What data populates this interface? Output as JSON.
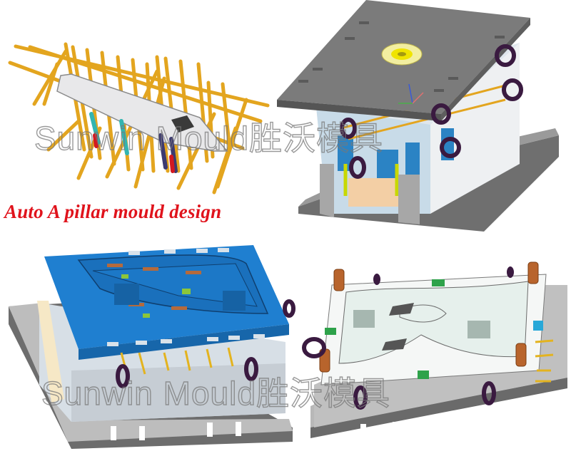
{
  "caption": "Auto A pillar mould design",
  "watermark_top": "Sunwin Mould胜沃模具",
  "watermark_bottom": "Sunwin Mould胜沃模具",
  "panels": [
    {
      "id": "cooling-channel-structure",
      "position": "top-left"
    },
    {
      "id": "assembled-mould-closed",
      "position": "top-right"
    },
    {
      "id": "core-side-blue-mould",
      "position": "bottom-left"
    },
    {
      "id": "cavity-side-mould-plate",
      "position": "bottom-right"
    }
  ],
  "colors": {
    "caption": "#e0131c",
    "cooling_pipes": "#e7a820",
    "mould_plate_gray": "#7d7d7d",
    "core_blue": "#1f7fd0",
    "lifting_ring": "#3a1a40",
    "sprue_yellow": "#f0ec4a"
  }
}
